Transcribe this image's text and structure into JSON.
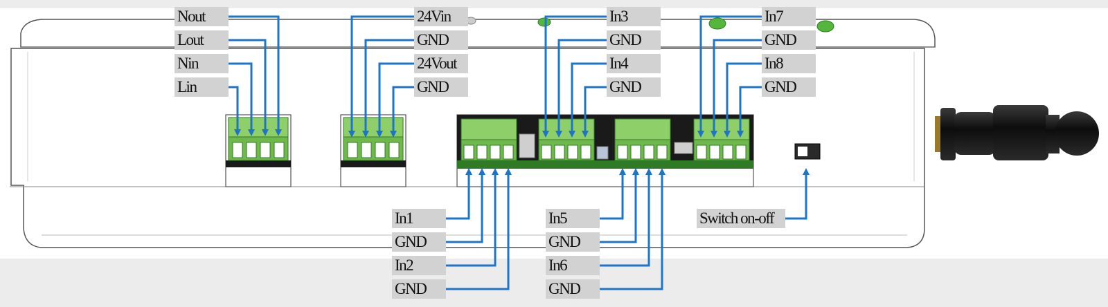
{
  "colors": {
    "leader_line": "#1e74c6",
    "terminal_green": "#8fcf6a",
    "terminal_dark_green": "#2f7a25",
    "pcb": "#1a1a1a",
    "housing": "#ffffff",
    "label_bg": "#d2d2d2"
  },
  "terminals": {
    "power_group": [
      "Nout",
      "Lout",
      "Nin",
      "Lin"
    ],
    "dc_group": [
      "24Vin",
      "GND",
      "24Vout",
      "GND"
    ],
    "input_group_3_4": [
      "In3",
      "GND",
      "In4",
      "GND"
    ],
    "input_group_7_8": [
      "In7",
      "GND",
      "In8",
      "GND"
    ],
    "input_group_1_2": [
      "In1",
      "GND",
      "In2",
      "GND"
    ],
    "input_group_5_6": [
      "In5",
      "GND",
      "In6",
      "GND"
    ]
  },
  "switch_label": "Switch on-off",
  "icons": [
    "antenna-icon",
    "led-indicator-icon",
    "power-switch-icon"
  ]
}
